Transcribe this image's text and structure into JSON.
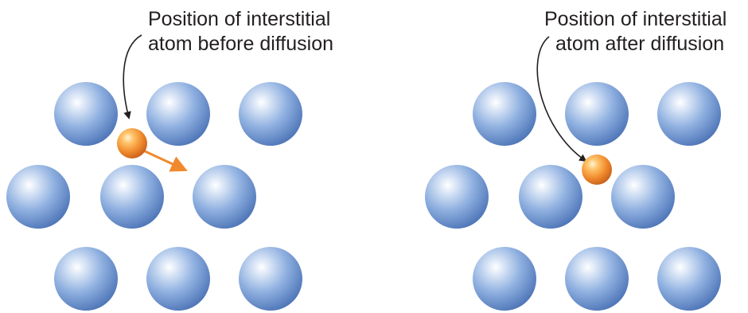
{
  "panels": [
    {
      "id": "before",
      "label_line1": "Position of interstitial",
      "label_line2": "atom before diffusion"
    },
    {
      "id": "after",
      "label_line1": "Position of interstitial",
      "label_line2": "atom after diffusion"
    }
  ],
  "colors": {
    "host_atom": "#6d93cf",
    "interstitial_atom": "#f08a2c",
    "diffusion_arrow": "#f08a2c",
    "leader_line": "#231f20",
    "text": "#231f20",
    "background": "#ffffff"
  }
}
